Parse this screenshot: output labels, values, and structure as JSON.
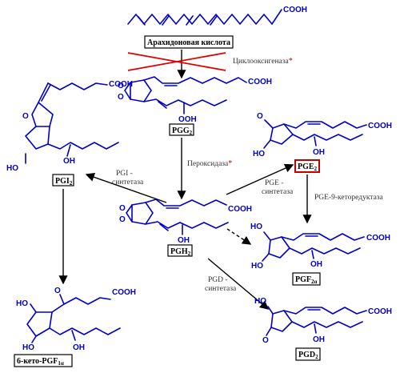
{
  "compounds": {
    "arachidonic": "Арахидоновая кислота",
    "pgg2": "PGG",
    "pgg2_sub": "2",
    "pgh2": "PGH",
    "pgh2_sub": "2",
    "pgi2": "PGI",
    "pgi2_sub": "2",
    "pge2": "PGE",
    "pge2_sub": "2",
    "pgf2a": "PGF",
    "pgf2a_sub": "2α",
    "pgd2": "PGD",
    "pgd2_sub": "2",
    "keto_pgf": "6-кето-PGF",
    "keto_pgf_sub": "1α"
  },
  "enzymes": {
    "cyclooxygenase": "Циклооксигеназа",
    "peroxidase": "Пероксидаза",
    "pgi_synthase_1": "PGI -",
    "pgi_synthase_2": "синтетаза",
    "pge_synthase_1": "PGE -",
    "pge_synthase_2": "синтетаза",
    "pge_reductase": "PGE-9-кеторедуктаза",
    "pgd_synthase_1": "PGD -",
    "pgd_synthase_2": "синтетаза",
    "star": "*"
  },
  "atoms": {
    "cooh": "COOH",
    "ooh": "OOH",
    "oh": "OH",
    "ho": "HO",
    "o": "O"
  },
  "colors": {
    "structure": "#0000c8",
    "inhibition_cross": "#e00000",
    "highlight_box": "#c00000"
  }
}
